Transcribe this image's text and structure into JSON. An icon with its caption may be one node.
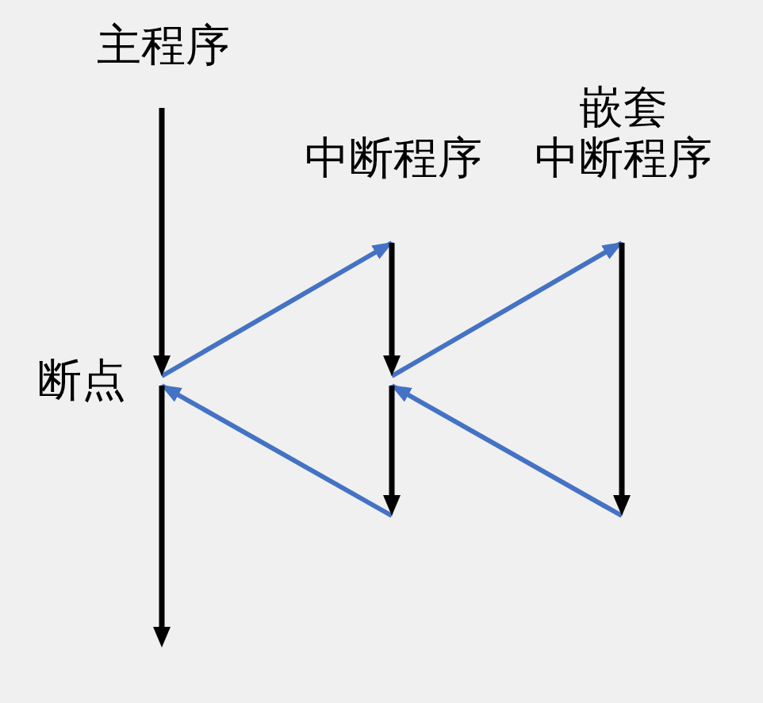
{
  "diagram": {
    "nodes": [
      {
        "text": [],
        "shape": "arrow",
        "beside": [
          "主程序"
        ]
      },
      {
        "text": [],
        "shape": "arrow"
      },
      {
        "text": [],
        "shape": "arrow",
        "beside": [
          "中断程序"
        ]
      },
      {
        "text": [],
        "shape": "arrow"
      },
      {
        "text": [],
        "shape": "arrow",
        "beside": [
          "嵌套中断程序"
        ]
      }
    ],
    "edges": [
      {
        "from": 0,
        "to": 2,
        "arrow": "to"
      },
      {
        "from": 2,
        "to": 4,
        "arrow": "to"
      },
      {
        "from": 4,
        "to": 3,
        "arrow": "to"
      },
      {
        "from": 3,
        "to": 1,
        "arrow": "to"
      }
    ],
    "labels": [
      "断点"
    ]
  }
}
